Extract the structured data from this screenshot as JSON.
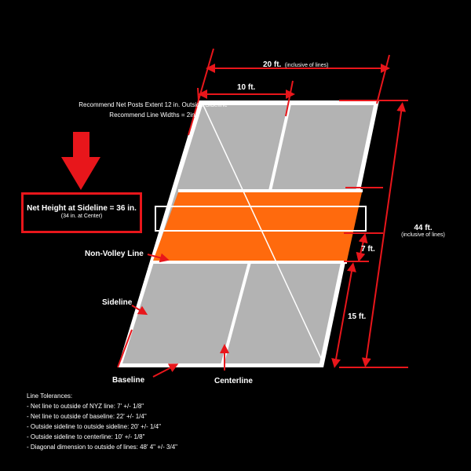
{
  "notes": {
    "line1": "Recommend Net Posts Extent 12 in. Outside Sideline",
    "line2": "Recommend Line Widths = 2in."
  },
  "net_box": {
    "title": "Net Height at Sideline = 36 in.",
    "subtitle": "(34 in. at Center)"
  },
  "dimensions": {
    "width_total": "20 ft.",
    "width_note": "(inclusive of lines)",
    "half_width": "10 ft.",
    "length_total": "44 ft.",
    "length_note": "(inclusive of lines)",
    "kitchen_depth": "7 ft.",
    "service_depth": "15 ft."
  },
  "labels": {
    "non_volley": "Non-Volley Line",
    "sideline": "Sideline",
    "baseline": "Baseline",
    "centerline": "Centerline"
  },
  "tolerances": {
    "title": "Line Tolerances:",
    "items": [
      "- Net line to outside of NYZ line: 7' +/- 1/8\"",
      "- Net line to outside of baseline: 22' +/- 1/4\"",
      "- Outside sideline to outside sideline: 20' +/- 1/4\"",
      "- Outside sideline to centerline: 10' +/- 1/8\"",
      "- Diagonal dimension to outside of lines: 48' 4\" +/- 3/4\""
    ]
  },
  "colors": {
    "court": "#b3b3b3",
    "kitchen": "#ff6a0d",
    "accent": "#e8161b",
    "lines": "#ffffff"
  }
}
